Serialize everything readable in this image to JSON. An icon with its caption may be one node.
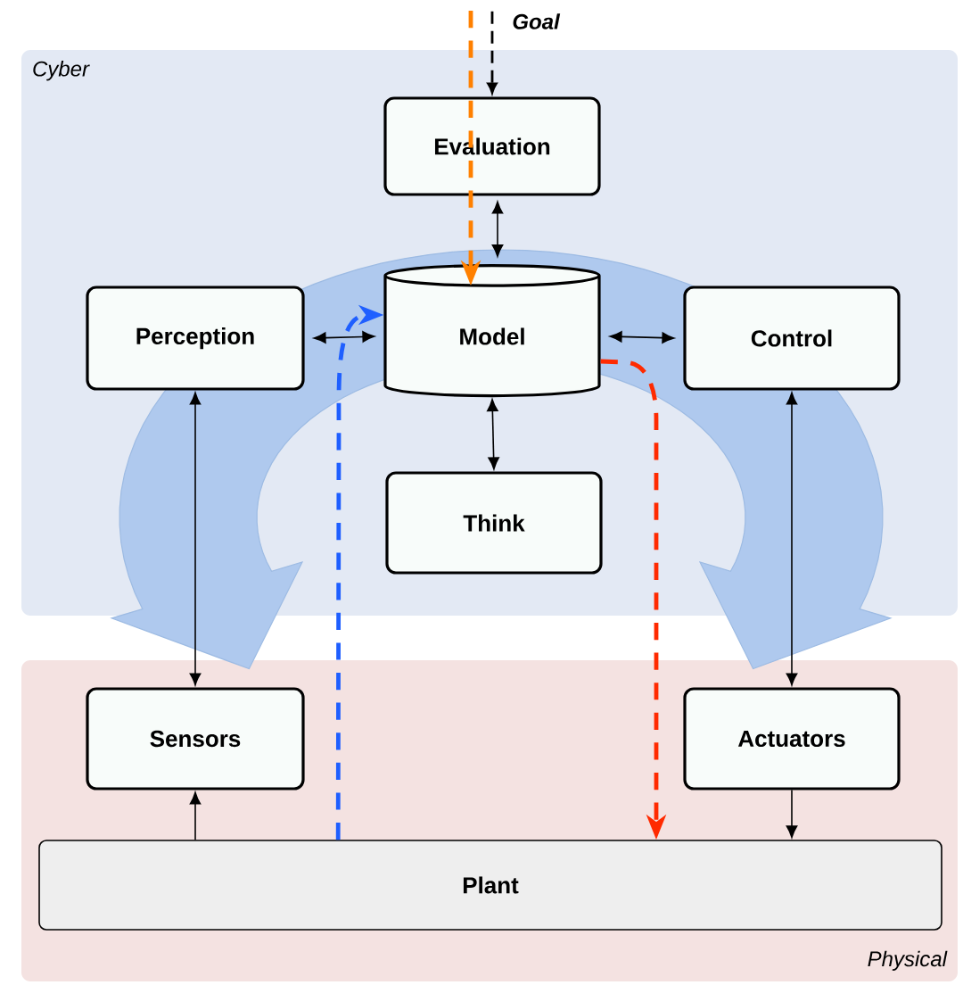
{
  "diagram": {
    "nodes": [
      {
        "text": [
          "Goal"
        ]
      },
      {
        "text": [
          "Cyber"
        ]
      },
      {
        "text": [
          "Evaluation"
        ],
        "in": 1
      },
      {
        "text": [
          "Perception"
        ],
        "in": 1
      },
      {
        "text": [
          "Model"
        ],
        "in": 1
      },
      {
        "text": [
          "Control"
        ],
        "in": 1
      },
      {
        "text": [
          "Think"
        ],
        "in": 1
      },
      {
        "text": [
          "Physical"
        ]
      },
      {
        "text": [
          "Sensors"
        ],
        "in": 7
      },
      {
        "text": [
          "Actuators"
        ],
        "in": 7
      },
      {
        "text": [
          "Plant"
        ],
        "in": 7
      }
    ],
    "edges": [
      {
        "from": 0,
        "to": 2,
        "arrow": "to",
        "style": "dashed"
      },
      {
        "from": 2,
        "to": 4,
        "arrow": "both"
      },
      {
        "from": 3,
        "to": 4,
        "arrow": "both"
      },
      {
        "from": 4,
        "to": 5,
        "arrow": "both"
      },
      {
        "from": 4,
        "to": 6,
        "arrow": "both"
      },
      {
        "from": 3,
        "to": 8,
        "arrow": "both"
      },
      {
        "from": 5,
        "to": 9,
        "arrow": "both"
      },
      {
        "from": 10,
        "to": 8,
        "arrow": "to"
      },
      {
        "from": 9,
        "to": 10,
        "arrow": "to"
      },
      {
        "from": null,
        "to": 4,
        "arrow": "to",
        "style": "dashed",
        "color": "#ff8000"
      },
      {
        "from": 10,
        "to": 4,
        "arrow": "to",
        "style": "dashed",
        "color": "#1f5fff"
      },
      {
        "from": 4,
        "to": 10,
        "arrow": "to",
        "style": "dashed",
        "color": "#ff2a00"
      }
    ]
  }
}
